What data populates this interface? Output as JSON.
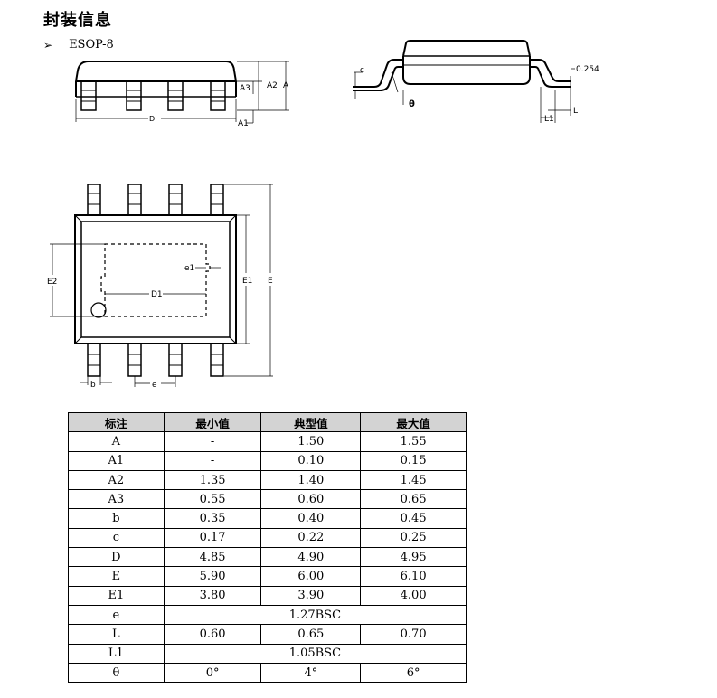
{
  "section_title": "封装信息",
  "package": {
    "bullet": "➢",
    "name": "ESOP-8"
  },
  "drawing_labels": {
    "A3": "A3",
    "A2": "A2",
    "A": "A",
    "A1": "A1",
    "D": "D",
    "c": "c",
    "theta": "θ",
    "gauge": "0.254",
    "L": "L",
    "L1": "L1",
    "E2": "E2",
    "e1": "e1",
    "D1": "D1",
    "E1": "E1",
    "E": "E",
    "b": "b",
    "e": "e"
  },
  "table": {
    "headers": [
      "标注",
      "最小值",
      "典型值",
      "最大值"
    ],
    "rows": [
      {
        "sym": "A",
        "min": "-",
        "typ": "1.50",
        "max": "1.55"
      },
      {
        "sym": "A1",
        "min": "-",
        "typ": "0.10",
        "max": "0.15"
      },
      {
        "sym": "A2",
        "min": "1.35",
        "typ": "1.40",
        "max": "1.45"
      },
      {
        "sym": "A3",
        "min": "0.55",
        "typ": "0.60",
        "max": "0.65"
      },
      {
        "sym": "b",
        "min": "0.35",
        "typ": "0.40",
        "max": "0.45"
      },
      {
        "sym": "c",
        "min": "0.17",
        "typ": "0.22",
        "max": "0.25"
      },
      {
        "sym": "D",
        "min": "4.85",
        "typ": "4.90",
        "max": "4.95"
      },
      {
        "sym": "E",
        "min": "5.90",
        "typ": "6.00",
        "max": "6.10"
      },
      {
        "sym": "E1",
        "min": "3.80",
        "typ": "3.90",
        "max": "4.00"
      },
      {
        "sym": "e",
        "merged": "1.27BSC"
      },
      {
        "sym": "L",
        "min": "0.60",
        "typ": "0.65",
        "max": "0.70"
      },
      {
        "sym": "L1",
        "merged": "1.05BSC"
      },
      {
        "sym": "θ",
        "min": "0°",
        "typ": "4°",
        "max": "6°"
      }
    ]
  }
}
